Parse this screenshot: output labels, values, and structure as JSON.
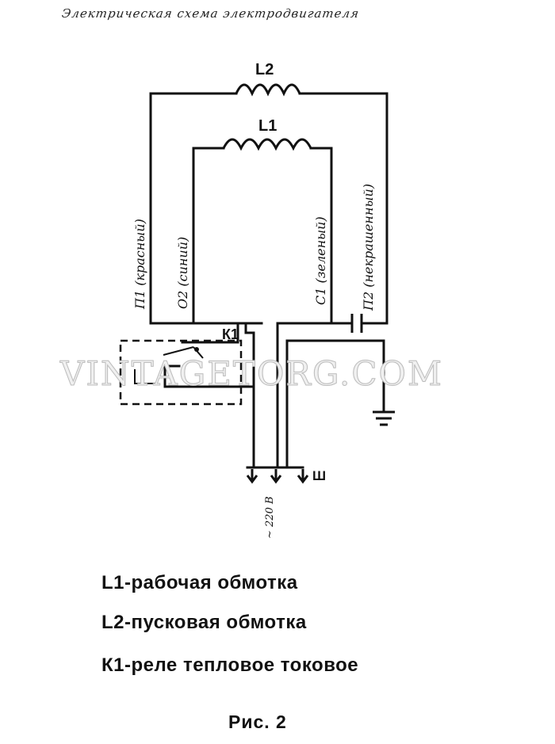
{
  "diagram": {
    "title": "Электрическая схема электродвигателя",
    "coil_labels": {
      "l2": "L2",
      "l1": "L1"
    },
    "wire_labels": {
      "p1": "П1 (красный)",
      "o2": "О2 (синий)",
      "c1": "С1 (зеленый)",
      "p2": "П2 (некрашенный)"
    },
    "relay_label": "К1",
    "supply_label": "~ 220 В",
    "plug_label": "Ш"
  },
  "legend": {
    "items": [
      {
        "text": "L1-рабочая обмотка"
      },
      {
        "text": "L2-пусковая обмотка"
      },
      {
        "text": "К1-реле тепловое токовое"
      }
    ]
  },
  "caption": "Рис. 2",
  "watermark": "VINTAGETORG.COM"
}
